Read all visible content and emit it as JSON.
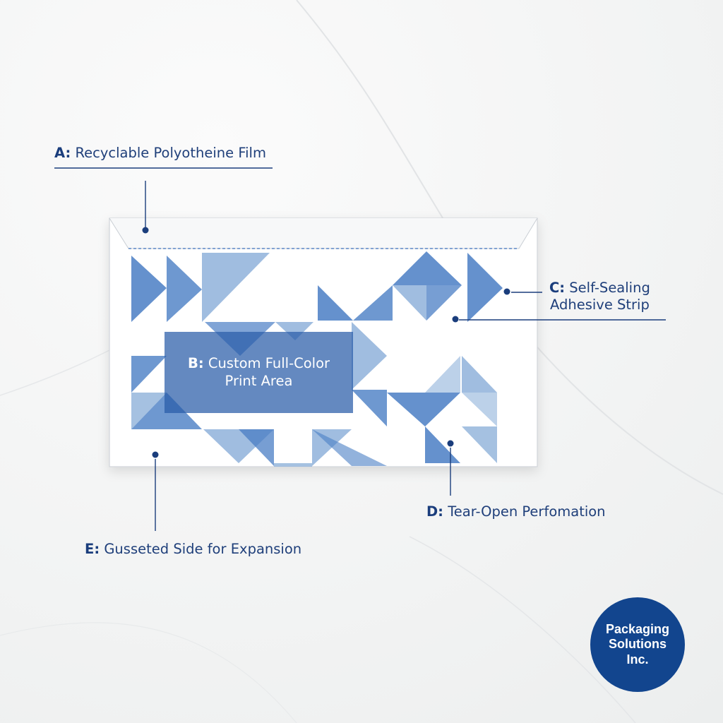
{
  "callouts": {
    "a": {
      "key": "A:",
      "text": " Recyclable Polyotheine Film"
    },
    "b": {
      "key": "B:",
      "line1": " Custom Full-Color",
      "line2": "Print Area"
    },
    "c": {
      "key": "C:",
      "line1": " Self-Sealing",
      "line2": "Adhesive Strip"
    },
    "d": {
      "key": "D:",
      "text": " Tear-Open Perfomation"
    },
    "e": {
      "key": "E:",
      "text": " Gusseted Side for Expansion"
    }
  },
  "badge": {
    "line1": "Packaging",
    "line2": "Solutions",
    "line3": "Inc."
  },
  "colors": {
    "accent": "#1a3d7c",
    "badge": "#12458e",
    "triangle_dark": "#4a7ec4",
    "triangle_light": "#8fb2da",
    "background": "#f3f4f4"
  }
}
